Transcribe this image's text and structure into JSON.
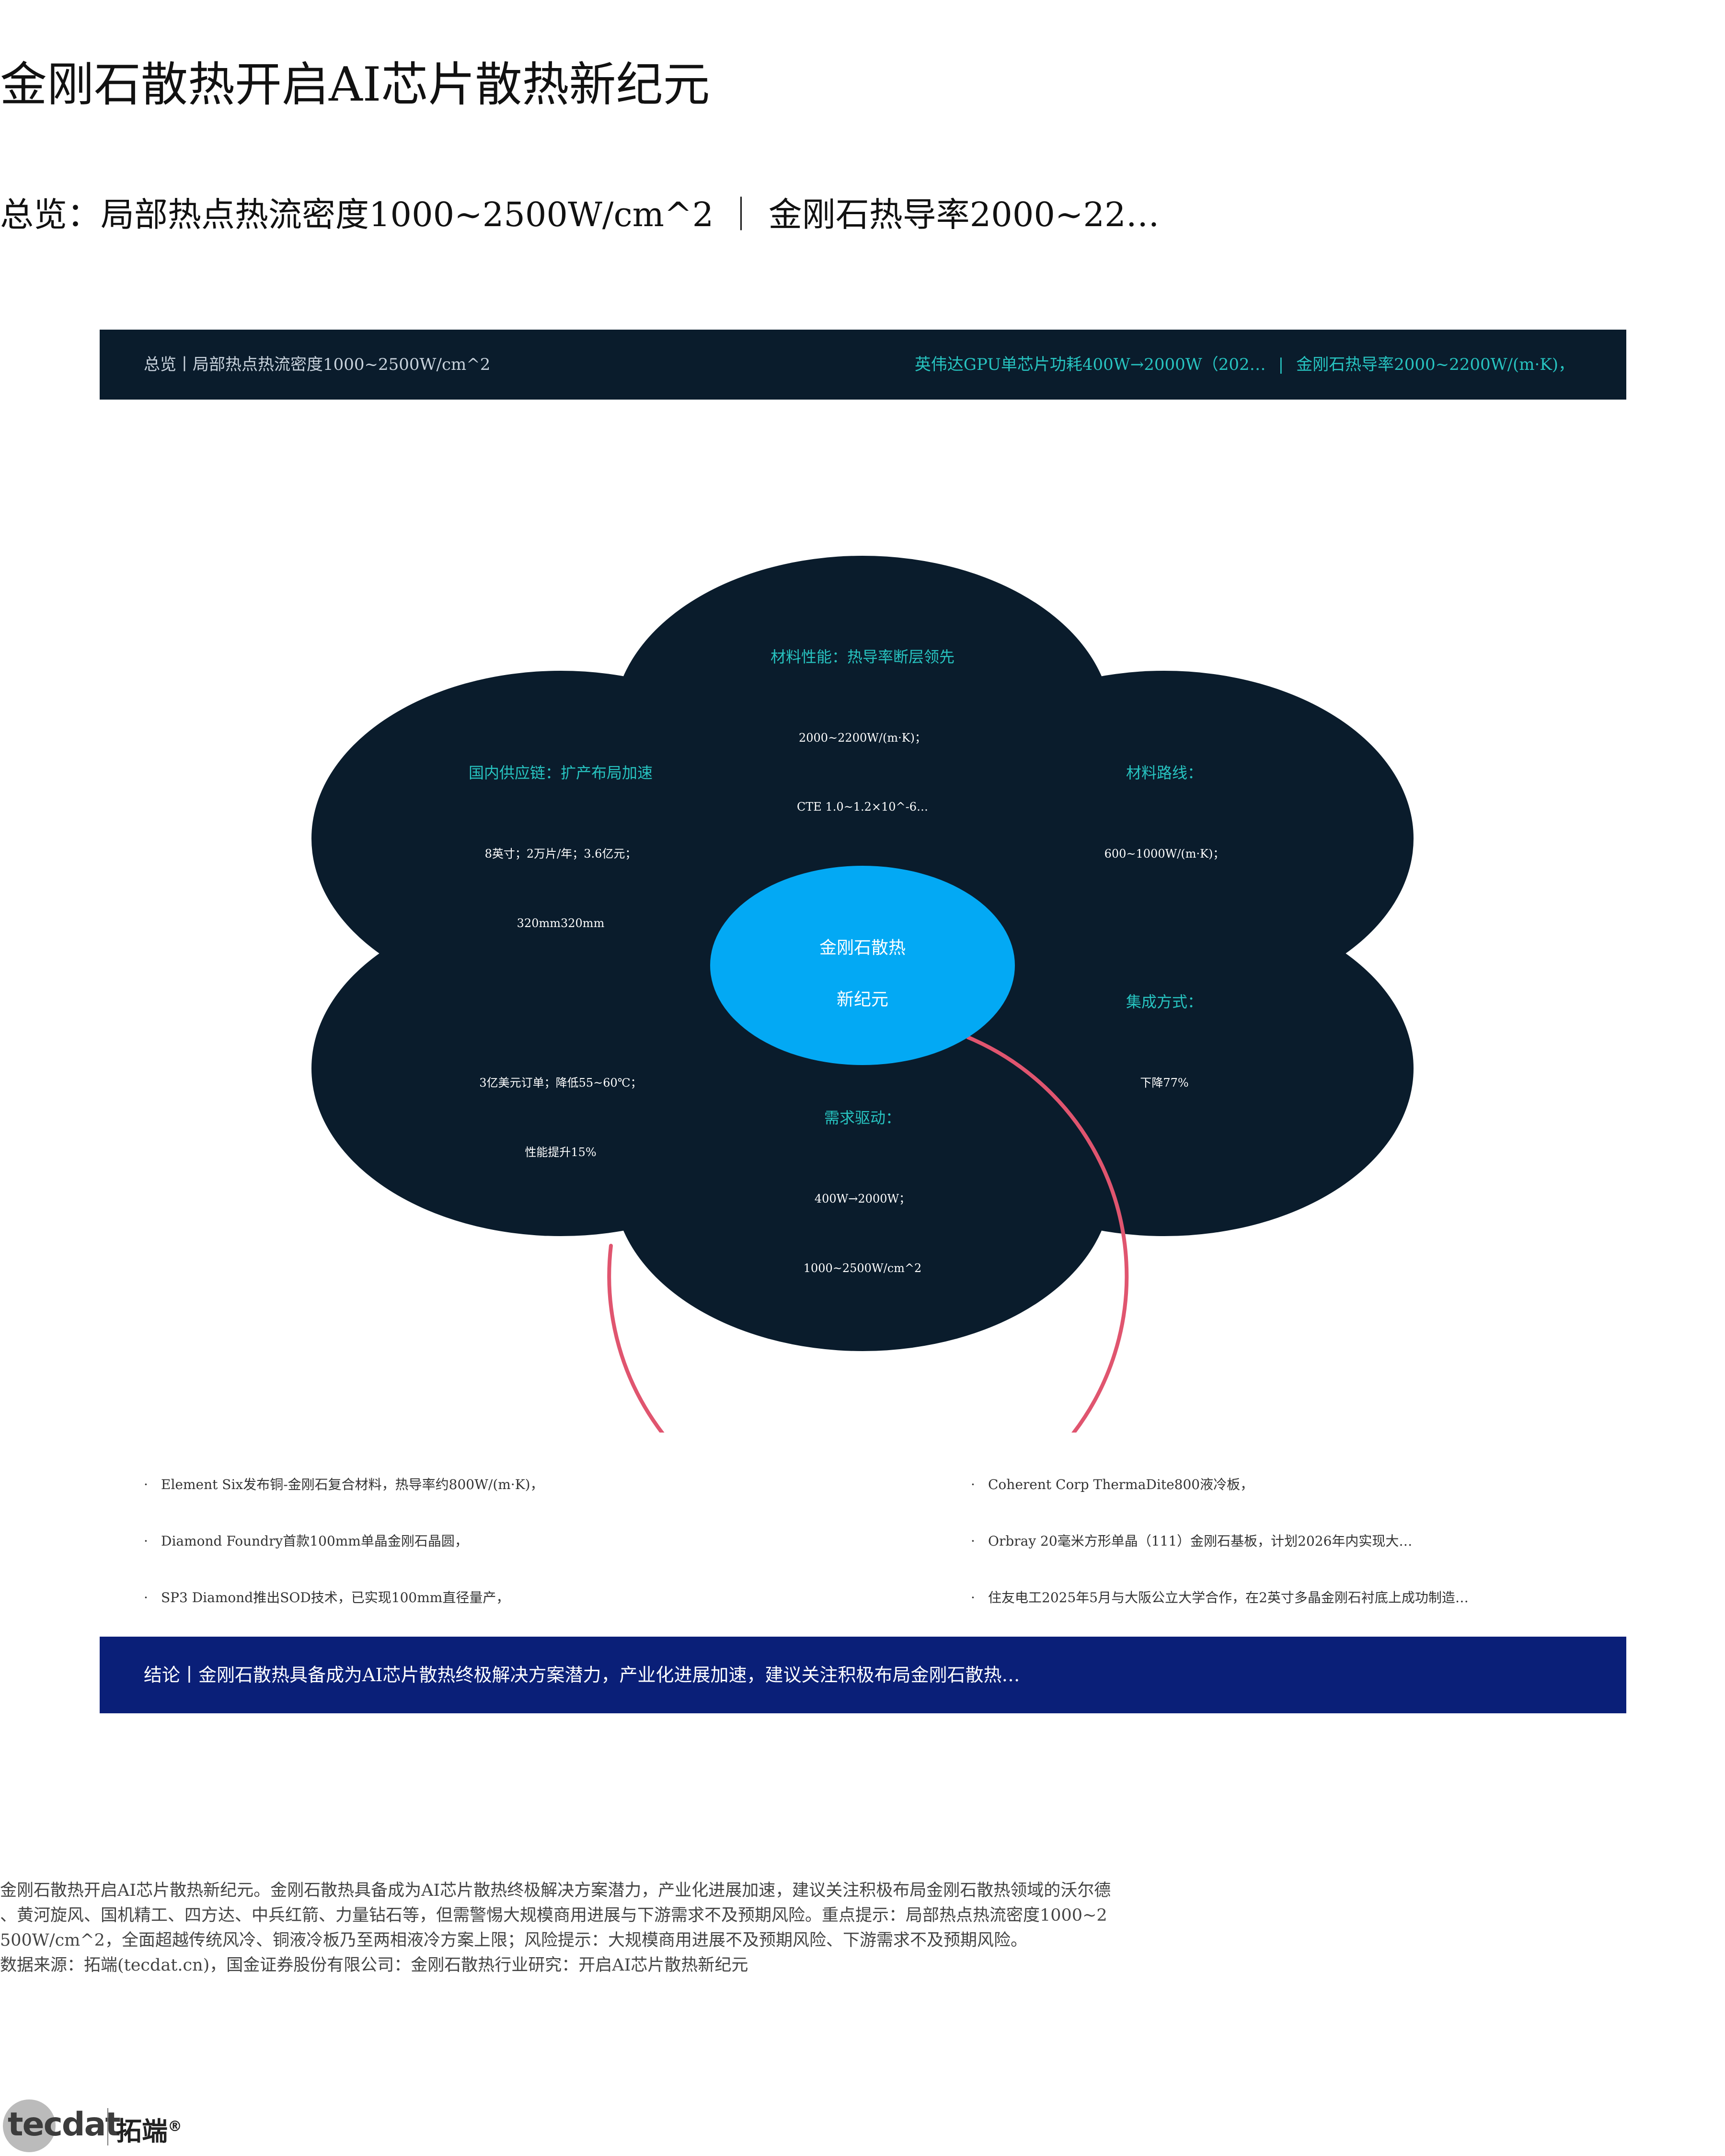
{
  "title": "金刚石散热开启AI芯片散热新纪元",
  "subtitle": "总览：局部热点热流密度1000~2500W/cm^2 ｜ 金刚石热导率2000~22…",
  "top_bar": {
    "left": "总览丨局部热点热流密度1000~2500W/cm^2",
    "right_a": "英伟达GPU单芯片功耗400W→2000W（202…",
    "separator": "|",
    "right_b": "金刚石热导率2000~2200W/(m·K)，"
  },
  "diagram": {
    "center": {
      "line1": "金刚石散热",
      "line2": "新纪元"
    },
    "petals": [
      {
        "id": "top",
        "heading": "材料性能：热导率断层领先",
        "line1": "2000~2200W/(m·K)；",
        "line2": "CTE 1.0~1.2×10^-6…"
      },
      {
        "id": "upper-left",
        "heading": "国内供应链：扩产布局加速",
        "line1": "8英寸；2万片/年；3.6亿元；",
        "line2": "320mm320mm"
      },
      {
        "id": "upper-right",
        "heading": "材料路线：",
        "line1": "600~1000W/(m·K)；",
        "line2": ""
      },
      {
        "id": "lower-right",
        "heading": "集成方式：",
        "line1": "下降77%",
        "line2": ""
      },
      {
        "id": "lower-left",
        "heading": "",
        "line1": "3亿美元订单；降低55~60℃；",
        "line2": "性能提升15%"
      },
      {
        "id": "bottom",
        "heading": "需求驱动：",
        "line1": "400W→2000W；",
        "line2": "1000~2500W/cm^2"
      }
    ],
    "colors": {
      "petal": "#0a1c2c",
      "center": "#03a9f4",
      "heading": "#27c3c0",
      "body": "#ffffff",
      "ring": "#e0556f"
    }
  },
  "bullets_left": [
    "Element Six发布铜-金刚石复合材料，热导率约800W/(m·K)，",
    "Diamond Foundry首款100mm单晶金刚石晶圆，",
    "SP3 Diamond推出SOD技术，已实现100mm直径量产，"
  ],
  "bullets_right": [
    "Coherent Corp ThermaDite800液冷板，",
    "Orbray 20毫米方形单晶（111）金刚石基板，计划2026年内实现大…",
    "住友电工2025年5月与大阪公立大学合作，在2英寸多晶金刚石衬底上成功制造…"
  ],
  "bullet_glyph": "·",
  "conclusion": "结论丨金刚石散热具备成为AI芯片散热终极解决方案潜力，产业化进展加速，建议关注积极布局金刚石散热…",
  "footnote": {
    "line1": "金刚石散热开启AI芯片散热新纪元。金刚石散热具备成为AI芯片散热终极解决方案潜力，产业化进展加速，建议关注积极布局金刚石散热领域的沃尔德",
    "line2": "、黄河旋风、国机精工、四方达、中兵红箭、力量钻石等，但需警惕大规模商用进展与下游需求不及预期风险。重点提示：局部热点热流密度1000~2",
    "line3": "500W/cm^2，全面超越传统风冷、铜液冷板乃至两相液冷方案上限；风险提示：大规模商用进展不及预期风险、下游需求不及预期风险。",
    "line4": "数据来源：拓端(tecdat.cn)，国金证券股份有限公司：金刚石散热行业研究：开启AI芯片散热新纪元"
  },
  "logo": {
    "brand": "tecdat",
    "cn": "拓端",
    "reg": "®"
  }
}
